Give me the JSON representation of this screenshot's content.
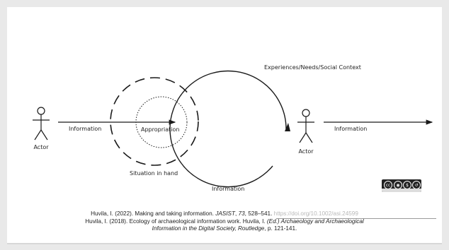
{
  "diagram": {
    "actor_left_label": "Actor",
    "actor_right_label": "Actor",
    "arrow_left_label": "Information",
    "arrow_right_label": "Information",
    "appropriation_label": "Appropriation",
    "situation_label": "Situation in hand",
    "context_label": "Experiences/Needs/Social Context",
    "circle_bottom_label": "Information"
  },
  "license_badge": {
    "icon": "creative-commons-by-nc-sa-icon",
    "cc_text": "cc"
  },
  "references": {
    "ref1_text": "Huvila, I. (2022). Making and taking information. ",
    "ref1_journal": "JASIST",
    "ref1_volume_sep": ", ",
    "ref1_volume": "73",
    "ref1_pages": ", 528–541. ",
    "ref1_link": "https://doi.org/10.1002/asi.24599",
    "ref2_text": "Huvila, I. (2018). Ecology of archaeological information work. Huvila, I. ",
    "ref2_italic": "(Ed.) Archaeology and Archaeological",
    "ref3_italic": "Information in the Digital Society, Routledge",
    "ref3_text": ", p. 121-141."
  },
  "colors": {
    "line": "#1a1a1a",
    "background": "#ffffff",
    "link": "#b8b8b8"
  }
}
